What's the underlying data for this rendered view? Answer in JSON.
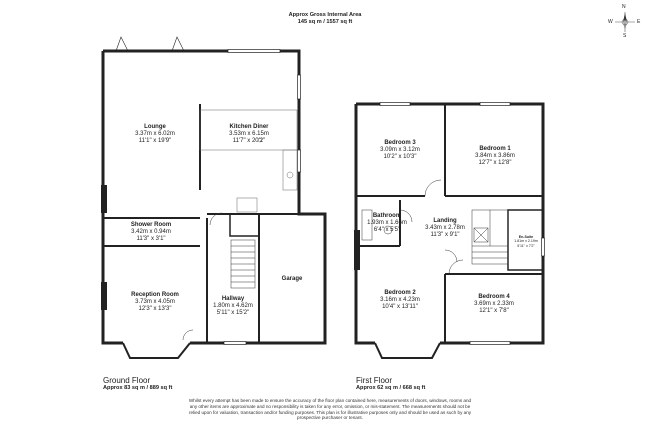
{
  "header": {
    "title": "Approx Gross Internal Area",
    "area": "145 sq m / 1557 sq ft"
  },
  "compass": {
    "n": "N",
    "s": "S",
    "e": "E",
    "w": "W",
    "icon": "compass-rose-icon"
  },
  "ground_floor": {
    "label": "Ground Floor",
    "area": "Approx 83 sq m / 889 sq ft",
    "rooms": {
      "lounge": {
        "name": "Lounge",
        "metric": "3.37m x 6.02m",
        "imperial": "11'1\" x 19'9\""
      },
      "kitchen": {
        "name": "Kitchen Diner",
        "metric": "3.53m x 6.15m",
        "imperial": "11'7\" x 20'2\""
      },
      "shower": {
        "name": "Shower Room",
        "metric": "3.42m x 0.94m",
        "imperial": "11'3\" x 3'1\""
      },
      "reception": {
        "name": "Reception Room",
        "metric": "3.73m x 4.05m",
        "imperial": "12'3\" x 13'3\""
      },
      "hallway": {
        "name": "Hallway",
        "metric": "1.80m x 4.62m",
        "imperial": "5'11\" x 15'2\""
      },
      "garage": {
        "name": "Garage"
      }
    }
  },
  "first_floor": {
    "label": "First Floor",
    "area": "Approx 62 sq m / 668 sq ft",
    "rooms": {
      "bedroom3": {
        "name": "Bedroom 3",
        "metric": "3.09m x 3.12m",
        "imperial": "10'2\" x 10'3\""
      },
      "bedroom1": {
        "name": "Bedroom 1",
        "metric": "3.84m x 3.86m",
        "imperial": "12'7\" x 12'8\""
      },
      "bathroom": {
        "name": "Bathroom",
        "metric": "1.93m x 1.66m",
        "imperial": "6'4\" x 5'5\""
      },
      "landing": {
        "name": "Landing",
        "metric": "3.43m x 2.78m",
        "imperial": "11'3\" x 9'1\""
      },
      "ensuite": {
        "name": "En-Suite",
        "metric": "1.81m x 2.19m",
        "imperial": "5'11\" x 7'2\""
      },
      "bedroom2": {
        "name": "Bedroom 2",
        "metric": "3.16m x 4.23m",
        "imperial": "10'4\" x 13'11\""
      },
      "bedroom4": {
        "name": "Bedroom 4",
        "metric": "3.69m x 2.33m",
        "imperial": "12'1\" x 7'8\""
      }
    }
  },
  "disclaimer": {
    "line1": "Whilst every attempt has been made to ensure the accuracy of the floor plan contained here, measurements of doors, windows, rooms and",
    "line2": "any other items are approximate and no responsibility is taken for any error, omission, or mis-statement. The measurements should not be",
    "line3": "relied upon for valuation, transaction and/or funding purposes. This plan is for illustrative purposes only and should be used as such by any",
    "line4": "prospective purchaser or tenant."
  }
}
